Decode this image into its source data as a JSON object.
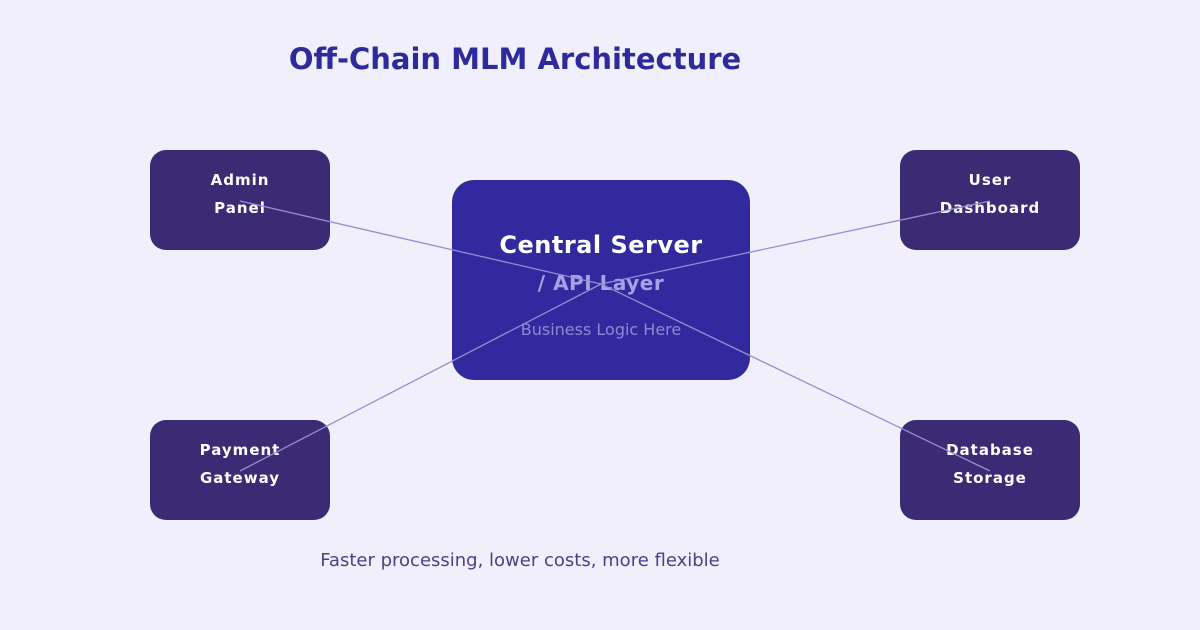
{
  "title": {
    "text": "Off-Chain MLM Architecture"
  },
  "central": {
    "id": "central",
    "title": "Central Server",
    "subtitle": "/ API Layer",
    "note": "Business Logic Here"
  },
  "nodes": [
    {
      "id": "admin-panel",
      "line1": "Admin",
      "line2": "Panel",
      "position": "top-left"
    },
    {
      "id": "user-dashboard",
      "line1": "User",
      "line2": "Dashboard",
      "position": "top-right"
    },
    {
      "id": "payment-gateway",
      "line1": "Payment",
      "line2": "Gateway",
      "position": "bottom-left"
    },
    {
      "id": "database-storage",
      "line1": "Database",
      "line2": "Storage",
      "position": "bottom-right"
    }
  ],
  "connections": [
    {
      "from": "central",
      "to": "admin-panel"
    },
    {
      "from": "central",
      "to": "user-dashboard"
    },
    {
      "from": "central",
      "to": "payment-gateway"
    },
    {
      "from": "central",
      "to": "database-storage"
    }
  ],
  "caption": {
    "text": "Faster processing, lower costs, more flexible"
  },
  "colors": {
    "background": "#f1effc",
    "title_text": "#2f2a9b",
    "central_box": "#33299e",
    "corner_box": "#3d2a75",
    "node_text": "#ffffff",
    "subtitle_text": "#a7a2e3",
    "note_text": "#8e88d6",
    "connector": "#948ed2",
    "caption_text": "#4c4189"
  }
}
